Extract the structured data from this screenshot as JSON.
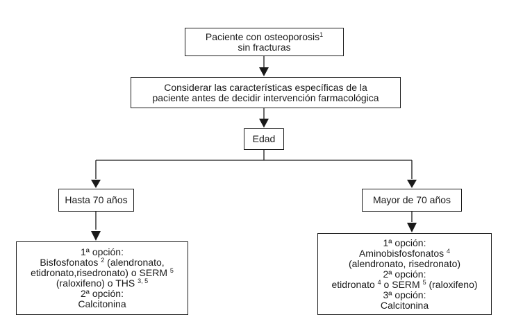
{
  "nodes": {
    "patient": {
      "line1": "Paciente con osteoporosis",
      "line1_sup": "1",
      "line2": "sin fracturas"
    },
    "consider": {
      "line1": "Considerar las características específicas de la",
      "line2": "paciente antes de decidir intervención farmacológica"
    },
    "age": {
      "label": "Edad"
    },
    "under70": {
      "label": "Hasta 70 años"
    },
    "over70": {
      "label": "Mayor de 70 años"
    },
    "left_options": {
      "l1": "1ª opción:",
      "l2a": "Bisfosfonatos ",
      "l2sup": "2",
      "l2b": " (alendronato,",
      "l3a": "etidronato,risedronato) o SERM ",
      "l3sup": "5",
      "l4a": "(raloxifeno) o THS ",
      "l4sup": "3, 5",
      "l5": "2ª opción:",
      "l6": "Calcitonina"
    },
    "right_options": {
      "l1": "1ª opción:",
      "l2a": "Aminobisfosfonatos ",
      "l2sup": "4",
      "l3": "(alendronato, risedronato)",
      "l4": "2ª opción:",
      "l5a": "etidronato ",
      "l5sup1": "4",
      "l5b": " o SERM ",
      "l5sup2": "5",
      "l5c": " (raloxifeno)",
      "l6": "3ª opción:",
      "l7": "Calcitonina"
    }
  }
}
